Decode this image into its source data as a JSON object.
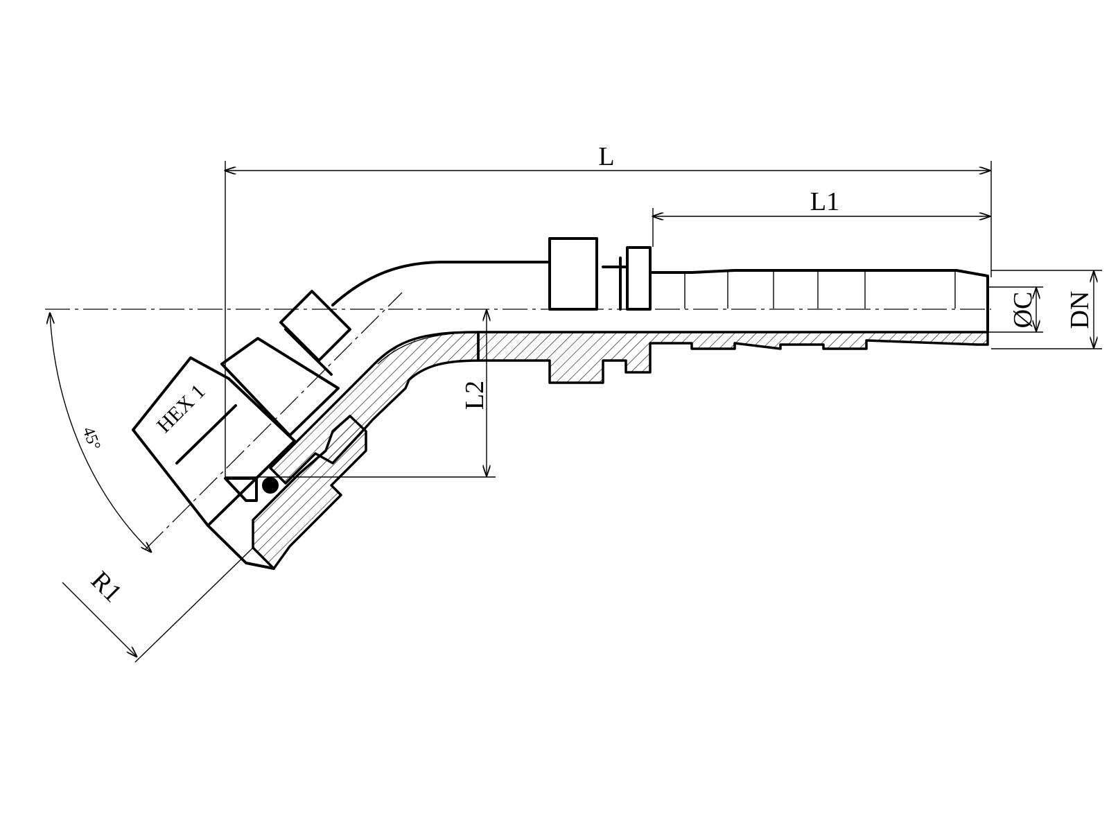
{
  "drawing": {
    "labels": {
      "overall_length": "L",
      "insert_length": "L1",
      "drop_height": "L2",
      "bore_diameter": "ØC",
      "nominal_diameter": "DN",
      "radius": "R1",
      "angle": "45°",
      "hex": "HEX 1"
    }
  }
}
